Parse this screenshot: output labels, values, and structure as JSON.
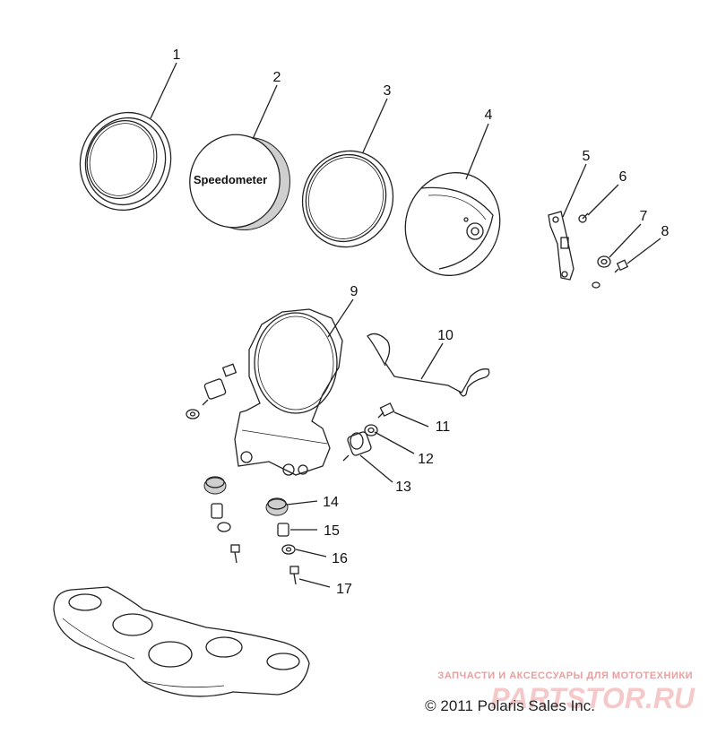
{
  "diagram": {
    "part_text": "Speedometer",
    "callouts": [
      "1",
      "2",
      "3",
      "4",
      "5",
      "6",
      "7",
      "8",
      "9",
      "10",
      "11",
      "12",
      "13",
      "14",
      "15",
      "16",
      "17"
    ],
    "copyright": "© 2011 Polaris Sales Inc.",
    "watermark": {
      "tagline": "ЗАПЧАСТИ И АКСЕССУАРЫ ДЛЯ МОТОТЕХНИКИ",
      "logo": "PARTSTOR.RU",
      "color": "#e8a0a0"
    }
  }
}
